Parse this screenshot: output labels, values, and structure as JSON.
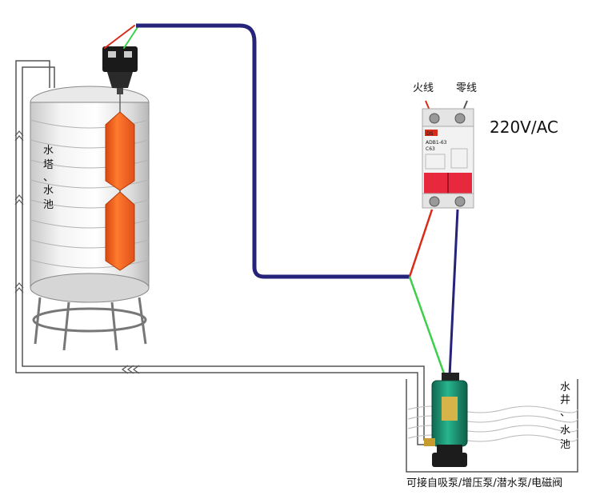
{
  "labels": {
    "tank_line1": "水",
    "tank_line2": "塔",
    "tank_line3": "、",
    "tank_line4": "水",
    "tank_line5": "池",
    "live_wire": "火线",
    "neutral_wire": "零线",
    "voltage": "220V/AC",
    "well_line1": "水",
    "well_line2": "井",
    "well_line3": "、",
    "well_line4": "水",
    "well_line5": "池",
    "pump_note": "可接自吸泵/增压泵/潜水泵/电磁阀",
    "breaker_model": "ADB1-63",
    "breaker_rating": "C63",
    "breaker_brand": "DS"
  },
  "colors": {
    "live": "#d82b1a",
    "neutral": "#26237a",
    "ground": "#3ccf4a",
    "float": "#ff6a1e",
    "breaker_red": "#e8283c",
    "pump_green": "#1f9c7a",
    "pump_note": "#1f5bd6"
  }
}
